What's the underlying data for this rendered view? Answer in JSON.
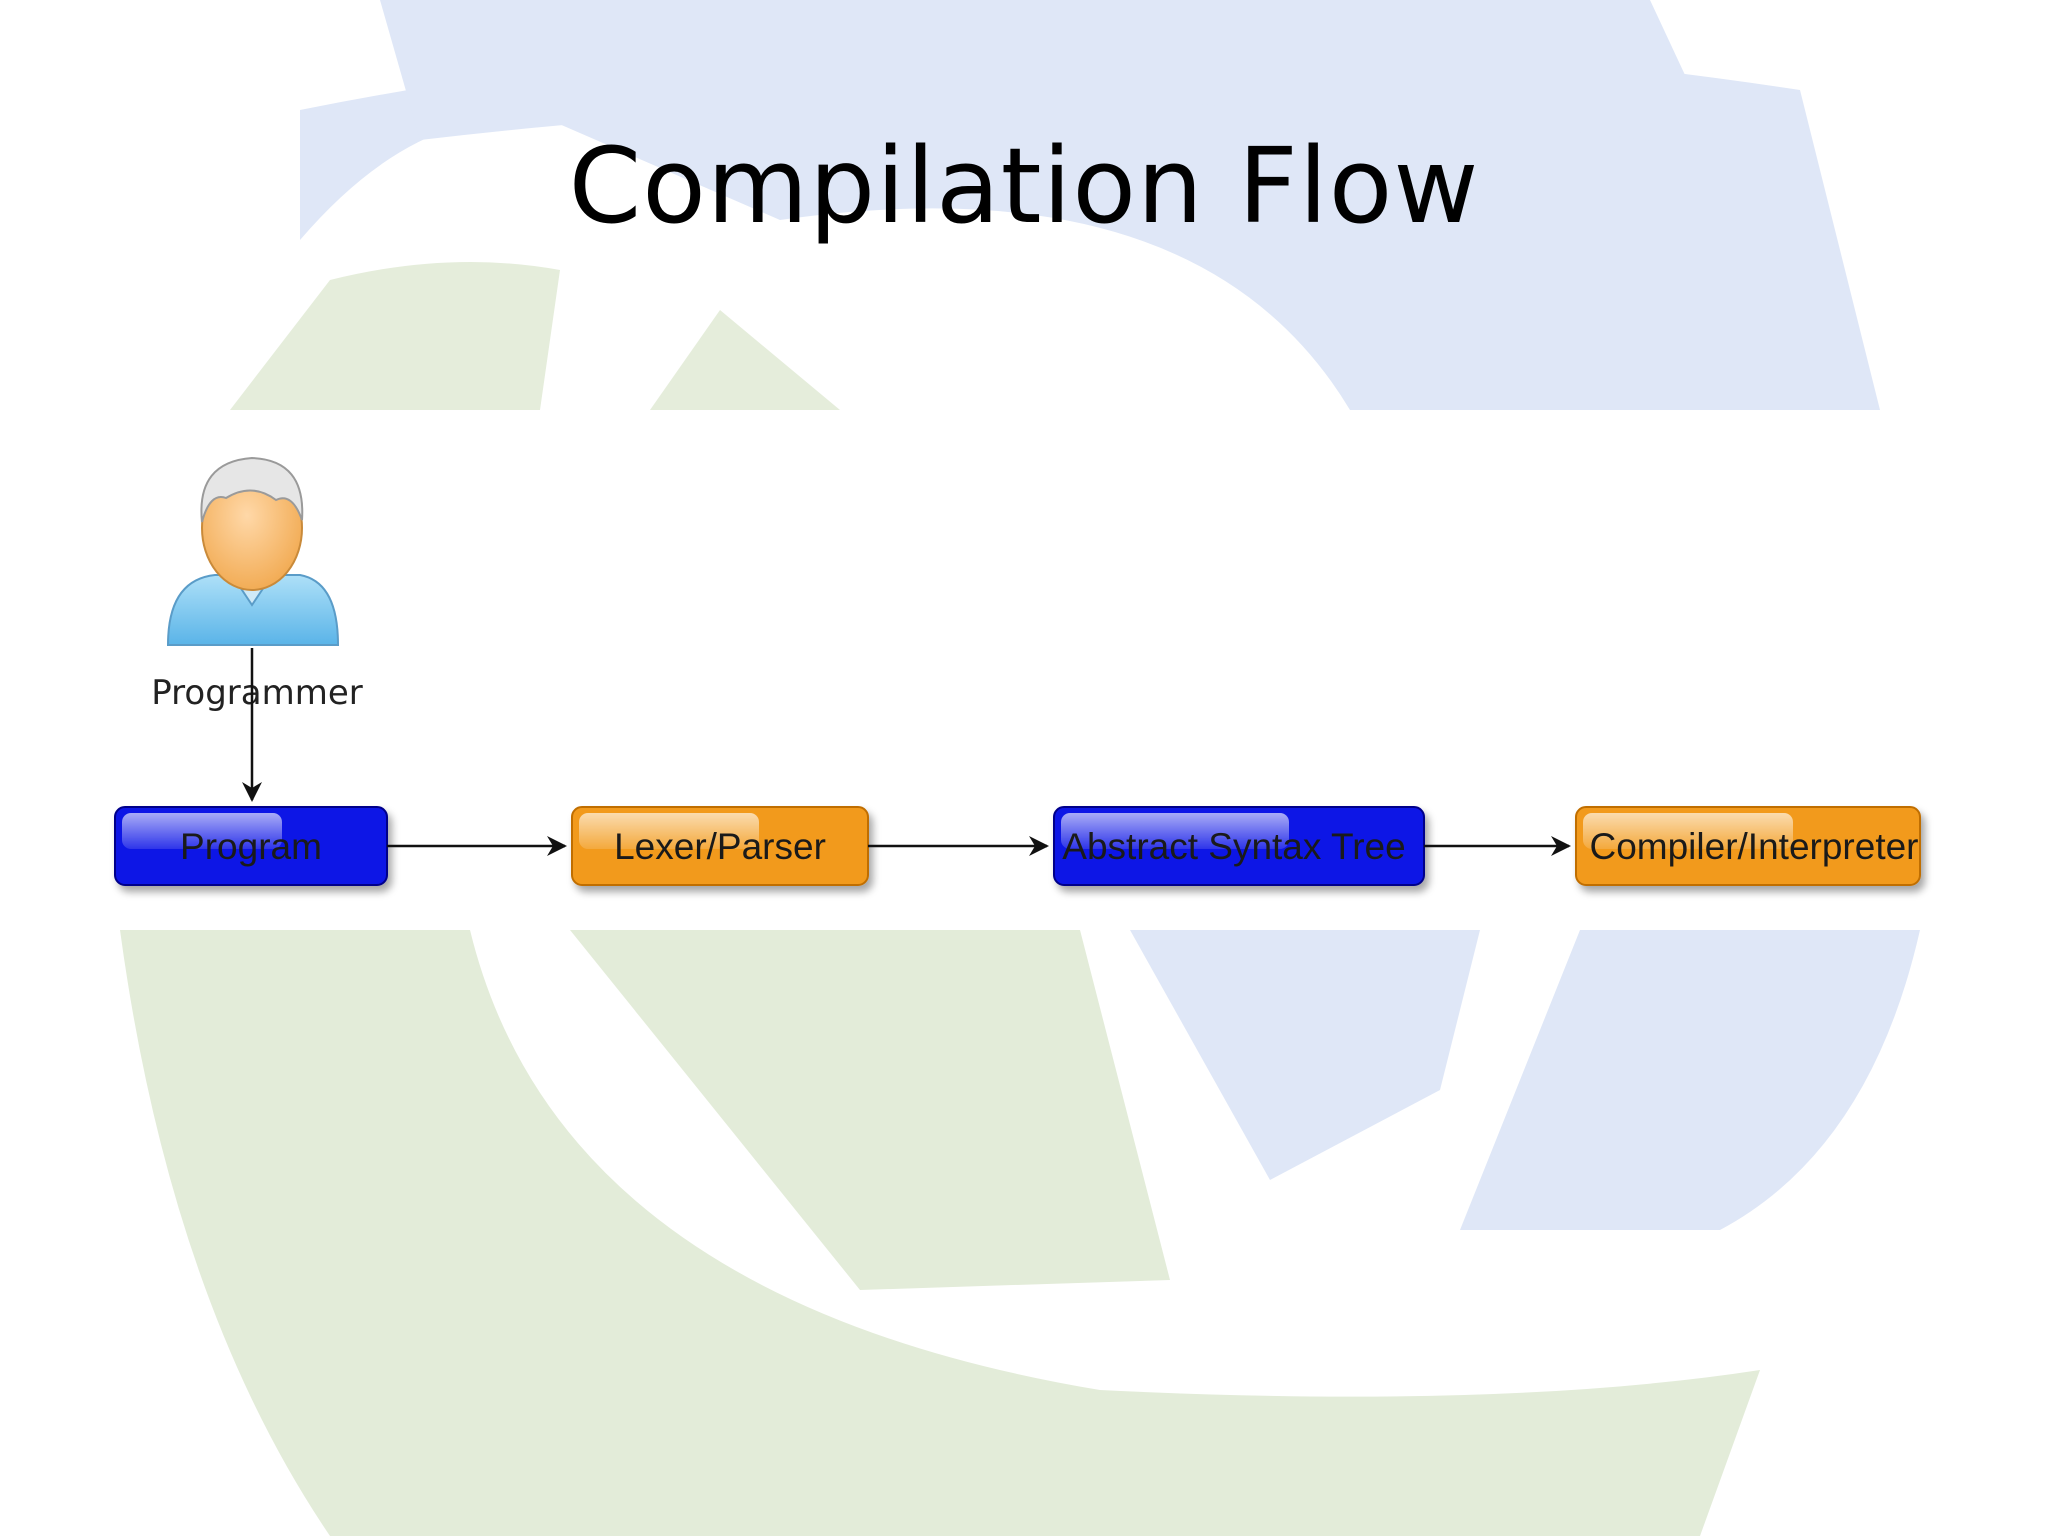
{
  "slide": {
    "title": "Compilation Flow"
  },
  "diagram": {
    "actor": {
      "label": "Programmer",
      "icon": "person-icon"
    },
    "nodes": [
      {
        "id": "program",
        "label": "Program",
        "color": "#0a12e6"
      },
      {
        "id": "lexer-parser",
        "label": "Lexer/Parser",
        "color": "#f29a1b"
      },
      {
        "id": "ast",
        "label": "Abstract Syntax Tree",
        "color": "#0a12e6"
      },
      {
        "id": "compiler-interpreter",
        "label": "Compiler/Interpreter",
        "color": "#f29a1b"
      }
    ]
  },
  "colors": {
    "watermark_blue": "#dfe7f7",
    "watermark_green": "#e3ecd9",
    "arrow": "#111111"
  }
}
